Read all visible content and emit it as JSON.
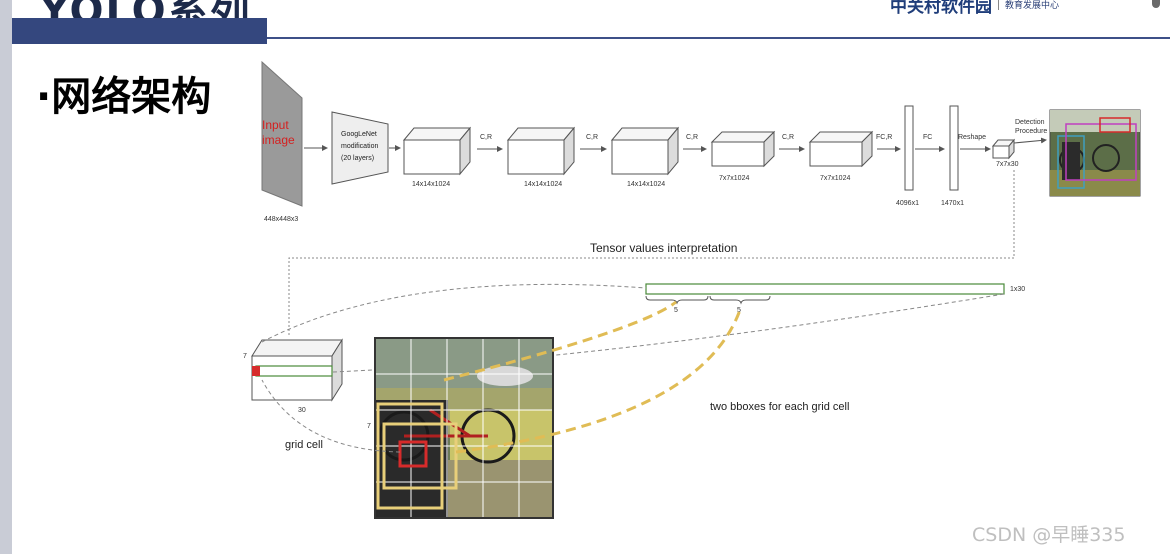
{
  "header": {
    "title": "YOLO系列",
    "logo_main": "中关村软件园",
    "logo_sub": "教育发展中心"
  },
  "section_title": "·网络架构",
  "diagram": {
    "input": {
      "label_line1": "Input",
      "label_line2": "image",
      "size": "448x448x3"
    },
    "googlenet": {
      "line1": "GoogLeNet",
      "line2": "modification",
      "line3": "(20 layers)"
    },
    "blocks": [
      {
        "size": "14x14x1024"
      },
      {
        "size": "14x14x1024"
      },
      {
        "size": "14x14x1024"
      },
      {
        "size": "7x7x1024"
      },
      {
        "size": "7x7x1024"
      }
    ],
    "arrow_labels": [
      "C,R",
      "C,R",
      "C,R",
      "C,R",
      "FC,R",
      "FC",
      "Reshape"
    ],
    "fc1": {
      "size": "4096x1"
    },
    "fc2": {
      "size": "1470x1"
    },
    "output": {
      "size": "7x7x30"
    },
    "detection": {
      "line1": "Detection",
      "line2": "Procedure"
    },
    "tensor_title": "Tensor values interpretation",
    "vector": {
      "size": "1x30",
      "seg1": "5",
      "seg2": "5"
    },
    "cube": {
      "dim_h": "7",
      "dim_d": "30"
    },
    "grid_dim": "7",
    "grid_cell_label": "grid cell",
    "bbox_label": "two bboxes for each grid cell"
  },
  "watermark": "CSDN @早睡335"
}
